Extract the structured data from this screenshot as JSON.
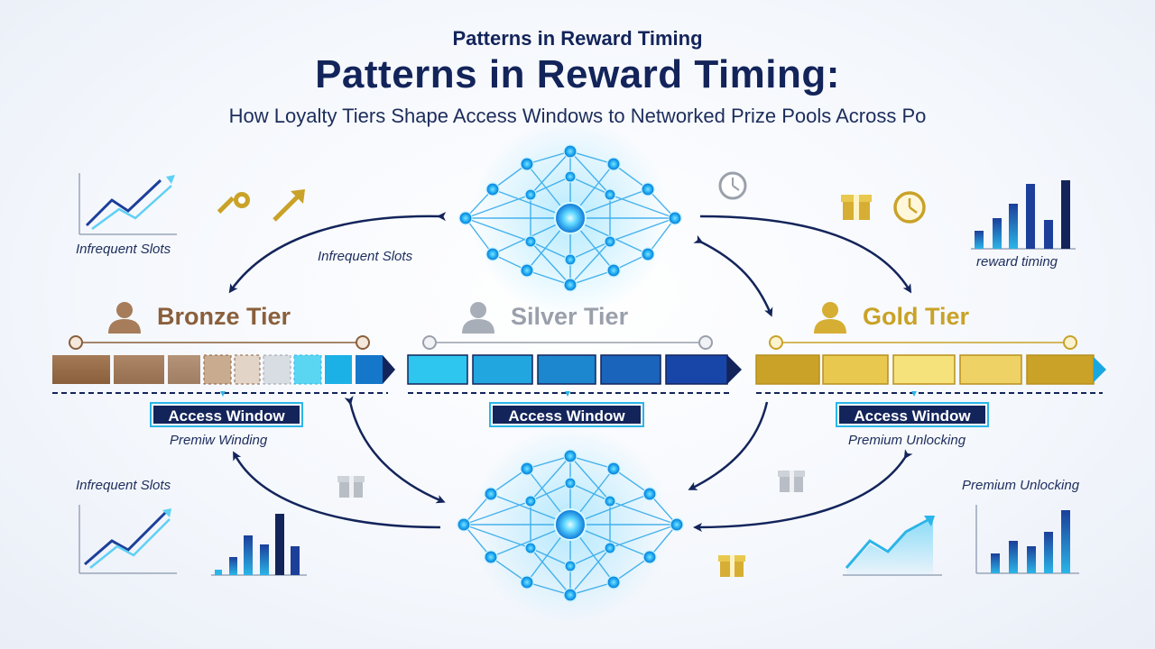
{
  "header": {
    "small_title": "Patterns in Reward Timing",
    "main_title": "Patterns in Reward Timing:",
    "subtitle": "How Loyalty Tiers Shape Access Windows to Networked Prize Pools Across Po"
  },
  "tiers": [
    {
      "name": "Bronze Tier",
      "button": "Access Window",
      "caption": "Premiw Winding",
      "color": "#8a5f3c"
    },
    {
      "name": "Silver Tier",
      "button": "Access Window",
      "caption": "",
      "color": "#9aa0ab"
    },
    {
      "name": "Gold Tier",
      "button": "Access Window",
      "caption": "Premium Unlocking",
      "color": "#c9a227"
    }
  ],
  "labels": {
    "top_left": "Infrequent Slots",
    "arrow_left": "Infrequent Slots",
    "top_right": "reward timing",
    "bottom_left": "Infrequent Slots",
    "bottom_right": "Premium Unlocking"
  },
  "colors": {
    "navy": "#13245a",
    "cyan": "#2bb5e8",
    "bronze": "#8a5f3c",
    "silver": "#9aa0ab",
    "gold": "#c9a227"
  }
}
